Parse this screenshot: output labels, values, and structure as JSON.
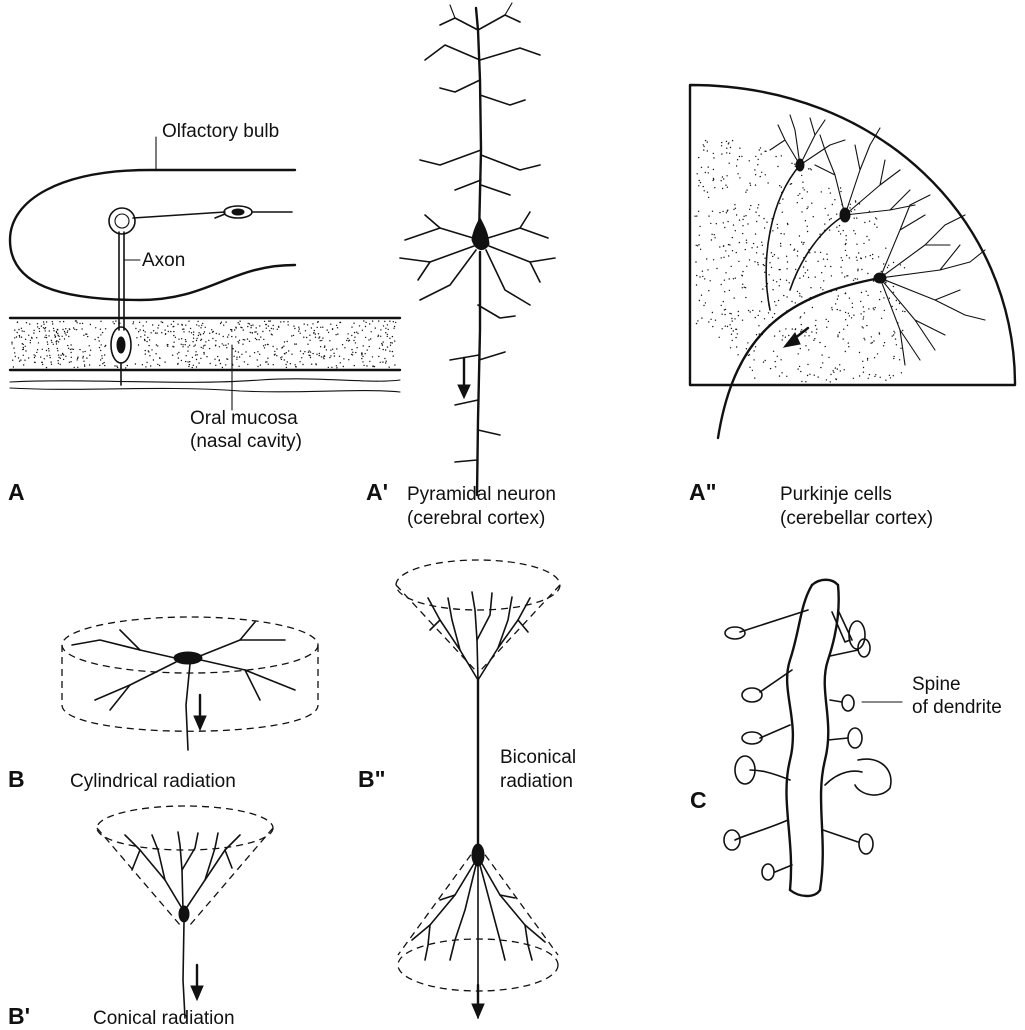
{
  "panels": {
    "A": {
      "letter": "A",
      "labels": {
        "olfactory_bulb": "Olfactory bulb",
        "axon": "Axon",
        "mucosa_line1": "Oral mucosa",
        "mucosa_line2": "(nasal cavity)"
      }
    },
    "A1": {
      "letter": "A'",
      "caption_line1": "Pyramidal neuron",
      "caption_line2": "(cerebral cortex)"
    },
    "A2": {
      "letter": "A\"",
      "caption_line1": "Purkinje cells",
      "caption_line2": "(cerebellar cortex)"
    },
    "B": {
      "letter": "B",
      "caption": "Cylindrical radiation"
    },
    "B1": {
      "letter": "B'",
      "caption": "Conical radiation"
    },
    "B2": {
      "letter": "B\"",
      "caption_line1": "Biconical",
      "caption_line2": "radiation"
    },
    "C": {
      "letter": "C",
      "label_line1": "Spine",
      "label_line2": "of dendrite"
    }
  },
  "colors": {
    "ink": "#111111",
    "background": "#ffffff"
  }
}
